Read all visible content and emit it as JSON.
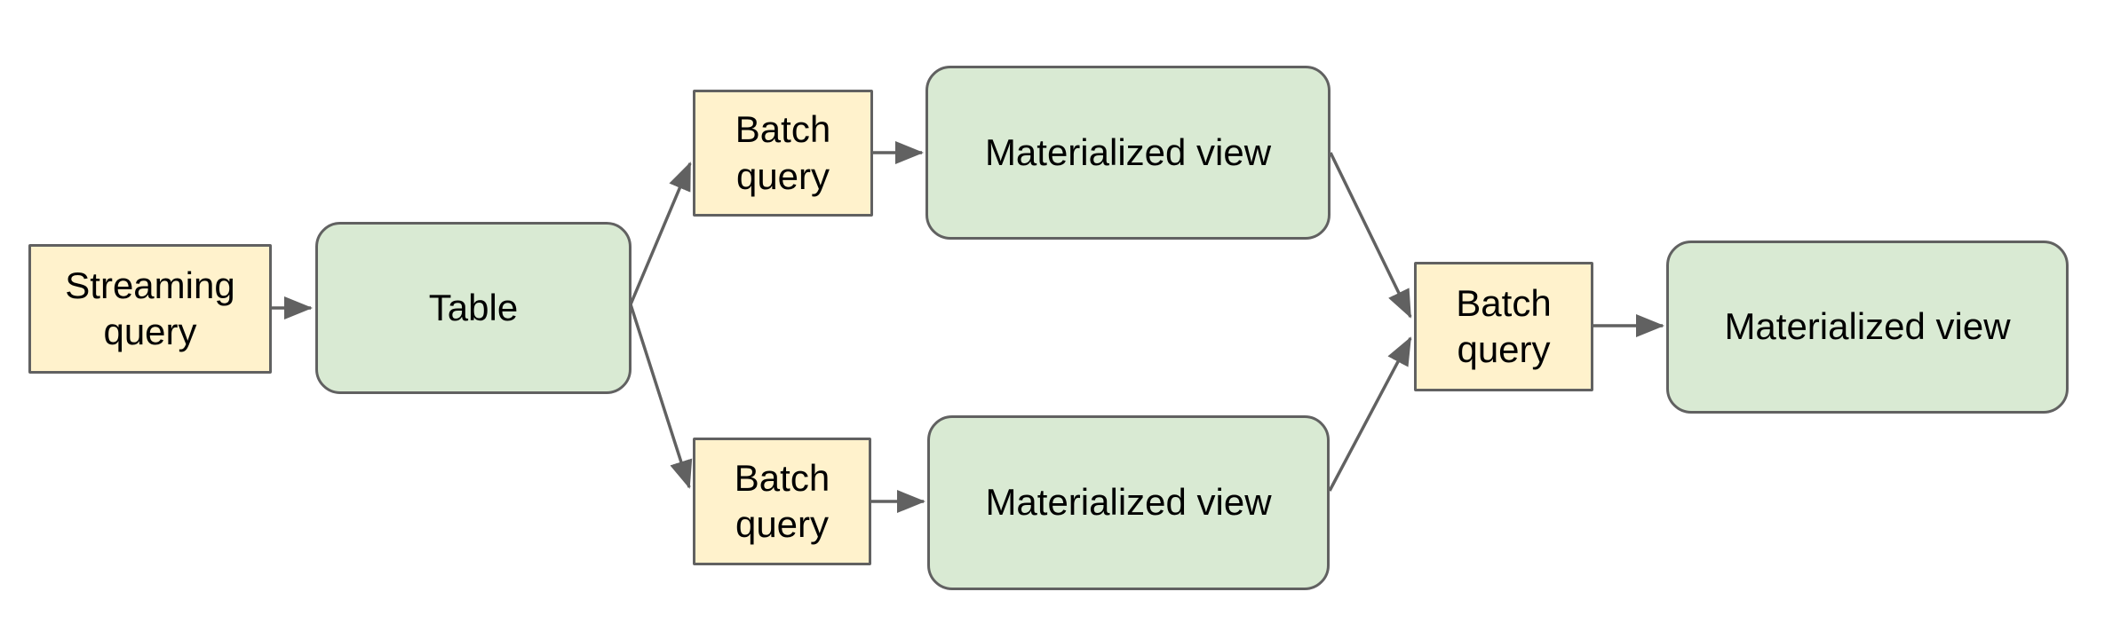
{
  "diagram": {
    "type": "flow-diagram",
    "background": "#ffffff",
    "nodes": {
      "streaming_query": {
        "label": "Streaming query",
        "kind": "query"
      },
      "table": {
        "label": "Table",
        "kind": "view"
      },
      "batch_query_top": {
        "label": "Batch query",
        "kind": "query"
      },
      "materialized_view_top": {
        "label": "Materialized view",
        "kind": "view"
      },
      "batch_query_bottom": {
        "label": "Batch query",
        "kind": "query"
      },
      "materialized_view_bottom": {
        "label": "Materialized view",
        "kind": "view"
      },
      "batch_query_right": {
        "label": "Batch query",
        "kind": "query"
      },
      "materialized_view_right": {
        "label": "Materialized view",
        "kind": "view"
      }
    },
    "edges": [
      {
        "from": "streaming_query",
        "to": "table"
      },
      {
        "from": "table",
        "to": "batch_query_top"
      },
      {
        "from": "table",
        "to": "batch_query_bottom"
      },
      {
        "from": "batch_query_top",
        "to": "materialized_view_top"
      },
      {
        "from": "batch_query_bottom",
        "to": "materialized_view_bottom"
      },
      {
        "from": "materialized_view_top",
        "to": "batch_query_right"
      },
      {
        "from": "materialized_view_bottom",
        "to": "batch_query_right"
      },
      {
        "from": "batch_query_right",
        "to": "materialized_view_right"
      }
    ],
    "colors": {
      "query_fill": "#fff2cc",
      "view_fill": "#d9ead3",
      "stroke": "#616161",
      "text": "#000000",
      "background": "#ffffff"
    }
  }
}
